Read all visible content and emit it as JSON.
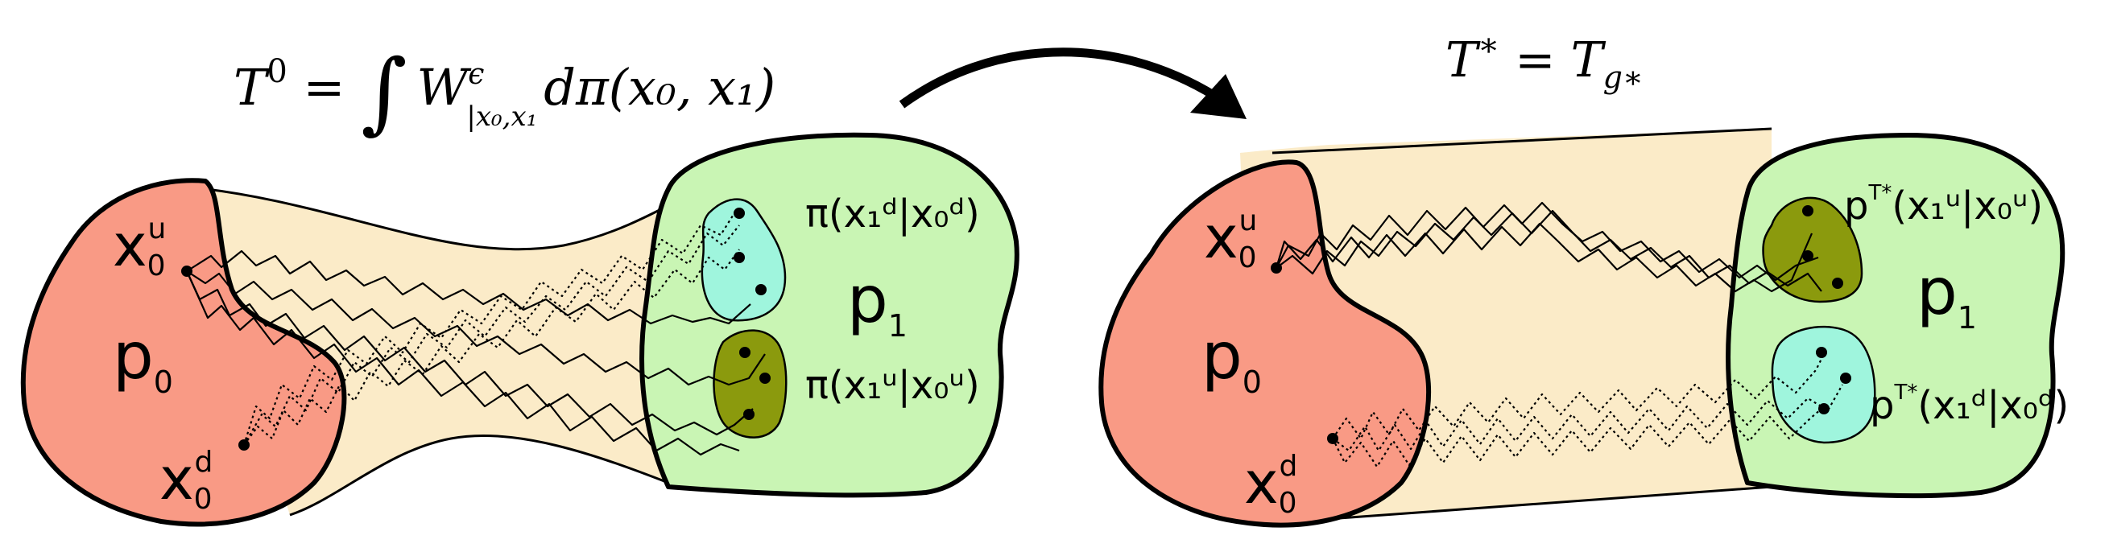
{
  "colors": {
    "p0_fill": "#f99a85",
    "p1_fill": "#c9f5b4",
    "tube_fill": "#fbebc8",
    "cyan_fill": "#9ff5dd",
    "olive_fill": "#8b9a0d"
  },
  "left": {
    "formula": {
      "T": "T",
      "sup0": "0",
      "eq": " = ",
      "integral": "∫",
      "W": "W",
      "W_sup": "ϵ",
      "W_sub": "|x₀,x₁",
      "rest": "dπ(x₀, x₁)"
    },
    "labels": {
      "x_u_base": "x",
      "x_u_sub": "0",
      "x_u_sup": "u",
      "x_d_base": "x",
      "x_d_sub": "0",
      "x_d_sup": "d",
      "p0_base": "p",
      "p0_sub": "0",
      "p1_base": "p",
      "p1_sub": "1",
      "pi_d": "π(x₁ᵈ|x₀ᵈ)",
      "pi_u": "π(x₁ᵘ|x₀ᵘ)"
    }
  },
  "right": {
    "formula": {
      "T": "T",
      "star": "∗",
      "eq": " = ",
      "T2": "T",
      "sub": "g∗"
    },
    "labels": {
      "x_u_base": "x",
      "x_u_sub": "0",
      "x_u_sup": "u",
      "x_d_base": "x",
      "x_d_sub": "0",
      "x_d_sup": "d",
      "p0_base": "p",
      "p0_sub": "0",
      "p1_base": "p",
      "p1_sub": "1",
      "pT_u": "(x₁ᵘ|x₀ᵘ)",
      "pT_d": "(x₁ᵈ|x₀ᵈ)",
      "p_letter": "p",
      "T_sup": "T*"
    }
  }
}
